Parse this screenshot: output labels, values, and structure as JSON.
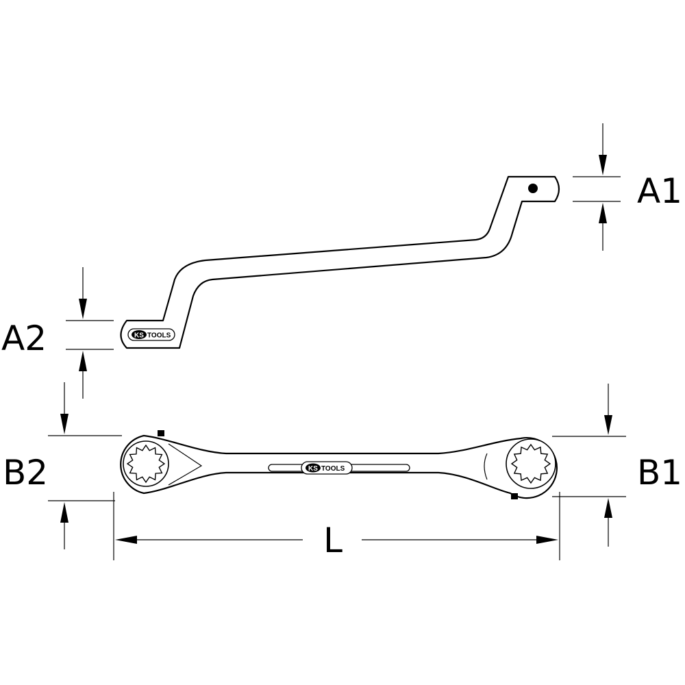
{
  "dimensions": {
    "a1": "A1",
    "a2": "A2",
    "b1": "B1",
    "b2": "B2",
    "l": "L"
  },
  "brand": {
    "logo_ks": "KS",
    "logo_tools": "TOOLS"
  }
}
